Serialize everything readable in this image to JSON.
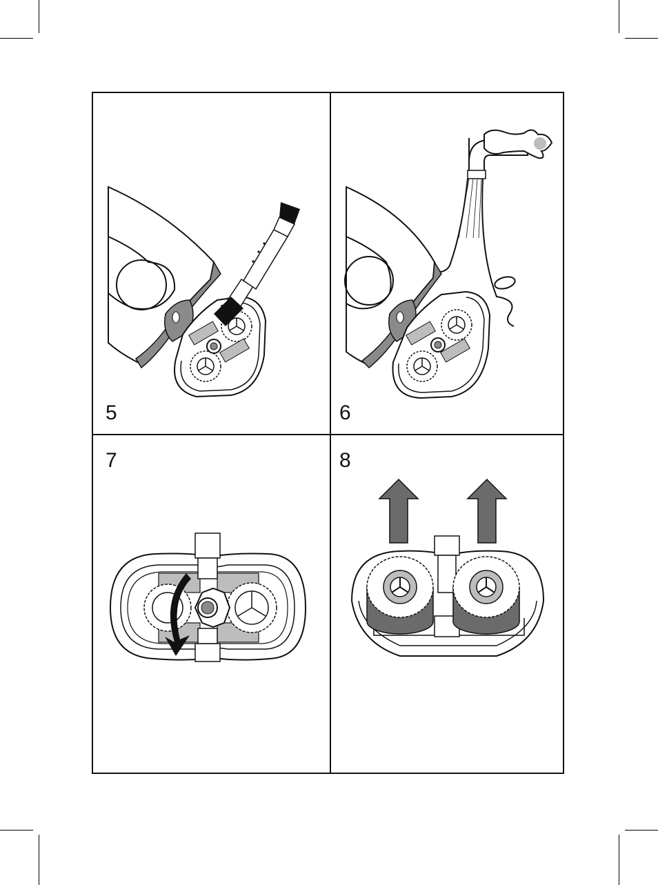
{
  "panels": [
    {
      "number": "5",
      "illustration": "brush-cleaning-illustration"
    },
    {
      "number": "6",
      "illustration": "tap-rinsing-illustration"
    },
    {
      "number": "7",
      "illustration": "unlock-rotate-illustration"
    },
    {
      "number": "8",
      "illustration": "lift-cutters-illustration"
    }
  ],
  "colors": {
    "line": "#111111",
    "shadow_grey": "#8a8a8a",
    "mid_grey": "#bdbdbd",
    "arrow_grey": "#6b6b6b",
    "paper": "#ffffff"
  }
}
